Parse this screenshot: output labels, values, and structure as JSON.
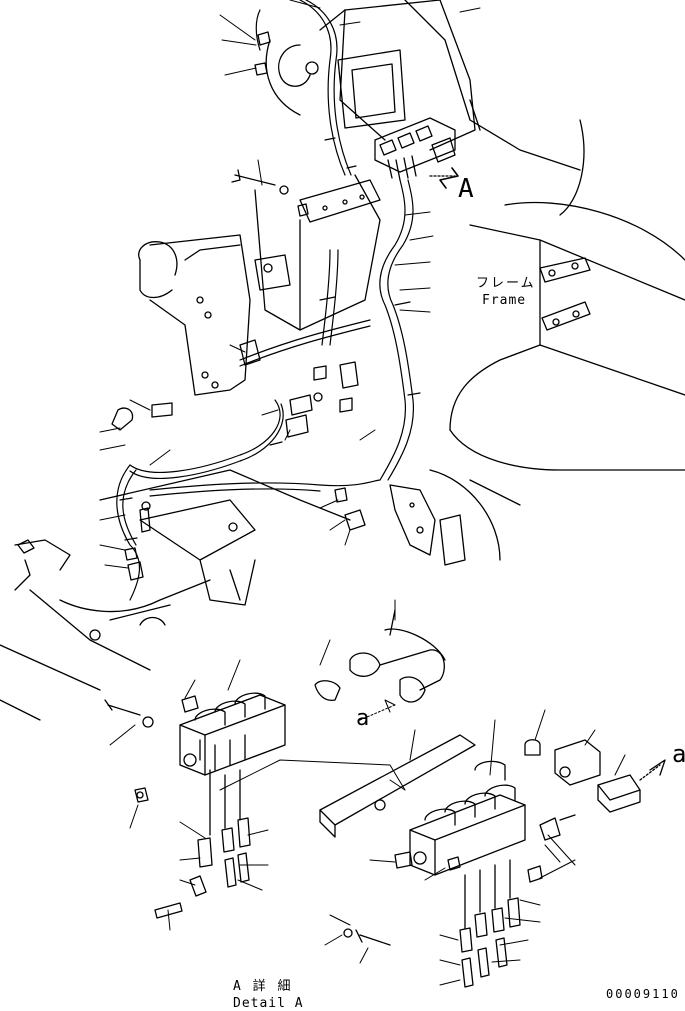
{
  "labels": {
    "view_marker": "A",
    "frame_jp": "フレーム",
    "frame_en": "Frame",
    "detail_marker_right": "a",
    "detail_marker_left": "a",
    "detail_title_jp": "A 詳 細",
    "detail_title_en": "Detail A",
    "drawing_code": "00009110"
  }
}
